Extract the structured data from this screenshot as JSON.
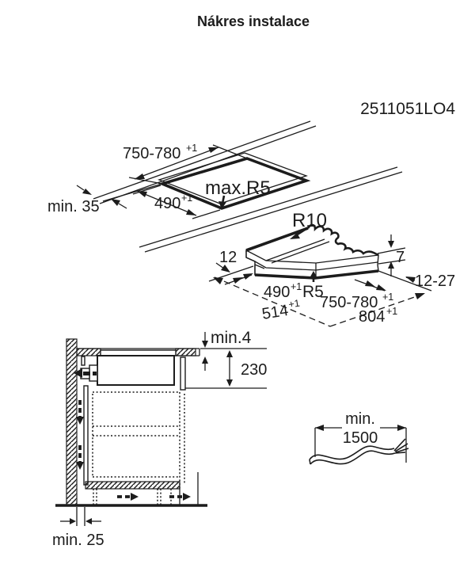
{
  "page": {
    "title": "Nákres instalace",
    "doc_number": "2511051LO4",
    "ink_color": "#1c1c1c",
    "background_color": "#ffffff"
  },
  "cutout_view": {
    "cutout_width": "750-780",
    "cutout_width_tolerance": "+1",
    "cutout_depth": "490",
    "cutout_depth_tolerance": "+1",
    "corner_radius": "max.R5",
    "edge_clearance": "min. 35"
  },
  "hob_view": {
    "glass_corner_radius": "R10",
    "left_overhang": "12",
    "glass_thickness": "7",
    "right_overhang": "12-27",
    "body_depth": "490",
    "body_depth_tolerance": "+1",
    "body_corner_radius": "R5",
    "body_width": "750-780",
    "body_width_tolerance": "+1",
    "glass_depth": "514",
    "glass_depth_tolerance": "+1",
    "glass_width": "804",
    "glass_width_tolerance": "+1"
  },
  "side_view": {
    "top_clearance": "min.4",
    "niche_depth": "230",
    "wall_clearance": "min. 25"
  },
  "cable_view": {
    "prefix": "min.",
    "length": "1500"
  }
}
